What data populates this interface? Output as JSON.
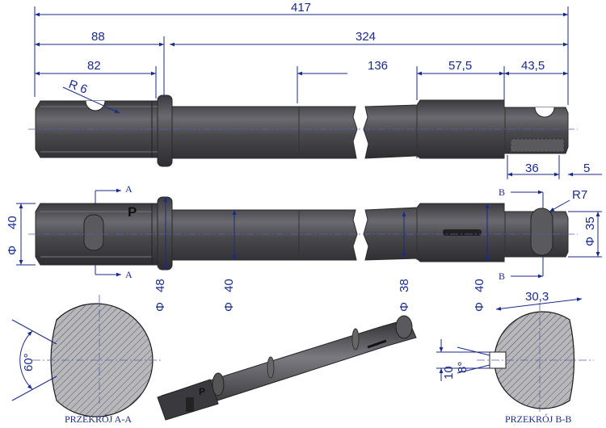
{
  "dimensions": {
    "d417": "417",
    "d88": "88",
    "d324": "324",
    "d82": "82",
    "r6": "R 6",
    "d136": "136",
    "d57_5": "57,5",
    "d43_5": "43,5",
    "d36": "36",
    "d5": "5",
    "dia40_left": "40",
    "dia48": "48",
    "dia40_mid": "40",
    "dia38": "38",
    "dia40_right": "40",
    "dia35": "35",
    "r7": "R7",
    "d30_3": "30,3",
    "d10": "10",
    "angle8": "8°",
    "angle60": "60°"
  },
  "symbols": {
    "diameter": "Φ",
    "section_a": "A",
    "section_b": "B",
    "marking_p": "P"
  },
  "sections": {
    "aa": "PRZEKRÓJ A-A",
    "bb": "PRZEKRÓJ B-B"
  },
  "colors": {
    "dimension": "#1a2a8a",
    "steel": "#4a4a4e"
  }
}
